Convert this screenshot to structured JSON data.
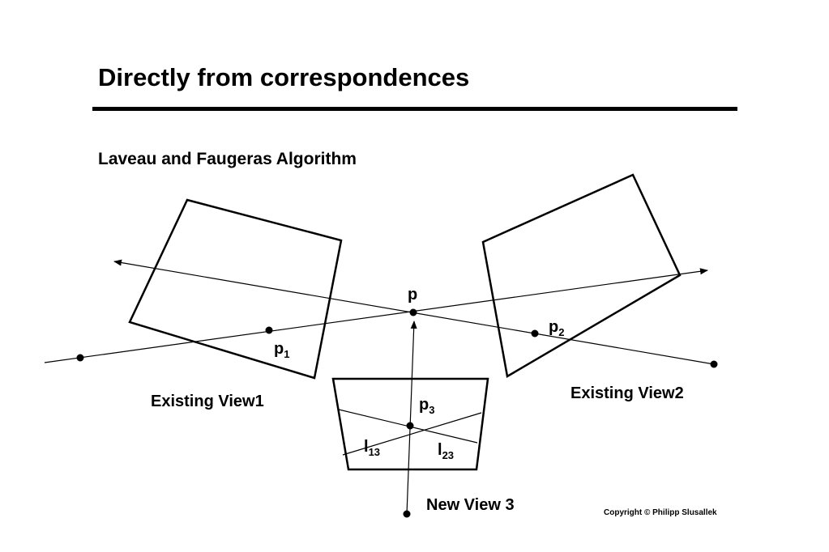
{
  "title": "Directly from correspondences",
  "subtitle": "Laveau and Faugeras Algorithm",
  "diagram": {
    "labels": {
      "p": "p",
      "p1_base": "p",
      "p1_sub": "1",
      "p2_base": "p",
      "p2_sub": "2",
      "p3_base": "p",
      "p3_sub": "3",
      "l13_base": "l",
      "l13_sub": "13",
      "l23_base": "l",
      "l23_sub": "23",
      "view1": "Existing View1",
      "view2": "Existing View2",
      "view3": "New View 3"
    }
  },
  "copyright": "Copyright © Philipp Slusallek"
}
